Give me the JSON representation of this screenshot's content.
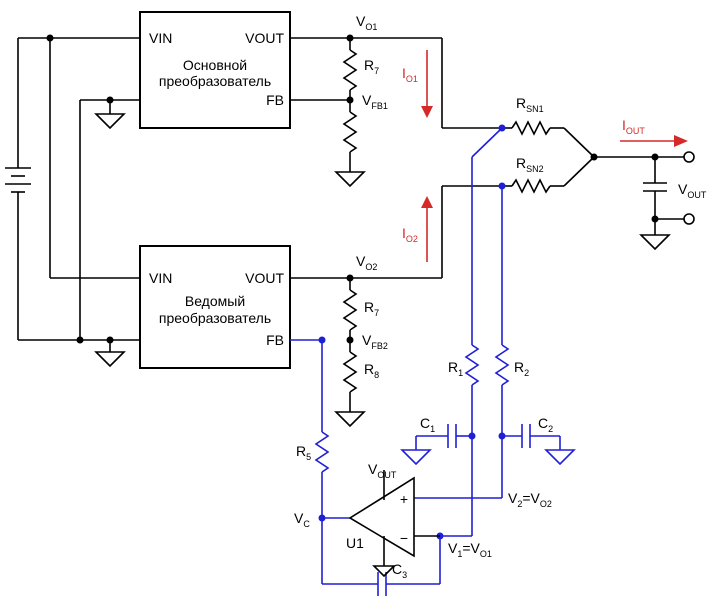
{
  "colors": {
    "wire": "#000000",
    "feedback": "#1f1fd6",
    "current": "#d42a2a"
  },
  "main_converter": {
    "name_line1": "Основной",
    "name_line2": "преобразователь",
    "pin_vin": "VIN",
    "pin_vout": "VOUT",
    "pin_fb": "FB"
  },
  "slave_converter": {
    "name_line1": "Ведомый",
    "name_line2": "преобразователь",
    "pin_vin": "VIN",
    "pin_vout": "VOUT",
    "pin_fb": "FB"
  },
  "nodes": {
    "vo1": {
      "main": "V",
      "sub": "O1"
    },
    "vfb1": {
      "main": "V",
      "sub": "FB1"
    },
    "vo2": {
      "main": "V",
      "sub": "O2"
    },
    "vfb2": {
      "main": "V",
      "sub": "FB2"
    },
    "vc": {
      "main": "V",
      "sub": "C"
    },
    "vout": {
      "main": "V",
      "sub": "OUT"
    },
    "v1": {
      "a": "V",
      "a_sub": "1",
      "eq": "=V",
      "b_sub": "O1"
    },
    "v2": {
      "a": "V",
      "a_sub": "2",
      "eq": "=V",
      "b_sub": "O2"
    }
  },
  "components": {
    "r7_top": {
      "main": "R",
      "sub": "7"
    },
    "r7_bot": {
      "main": "R",
      "sub": "7"
    },
    "r8": {
      "main": "R",
      "sub": "8"
    },
    "rsn1": {
      "main": "R",
      "sub": "SN1"
    },
    "rsn2": {
      "main": "R",
      "sub": "SN2"
    },
    "r1": {
      "main": "R",
      "sub": "1"
    },
    "r2": {
      "main": "R",
      "sub": "2"
    },
    "r5": {
      "main": "R",
      "sub": "5"
    },
    "c1": {
      "main": "C",
      "sub": "1"
    },
    "c2": {
      "main": "C",
      "sub": "2"
    },
    "c3": {
      "main": "C",
      "sub": "3"
    },
    "u1": "U1",
    "opamp_supply": {
      "main": "V",
      "sub": "OUT"
    },
    "opamp_plus": "+",
    "opamp_minus": "−"
  },
  "currents": {
    "io1": {
      "main": "I",
      "sub": "O1"
    },
    "io2": {
      "main": "I",
      "sub": "O2"
    },
    "iout": {
      "main": "I",
      "sub": "OUT"
    }
  }
}
